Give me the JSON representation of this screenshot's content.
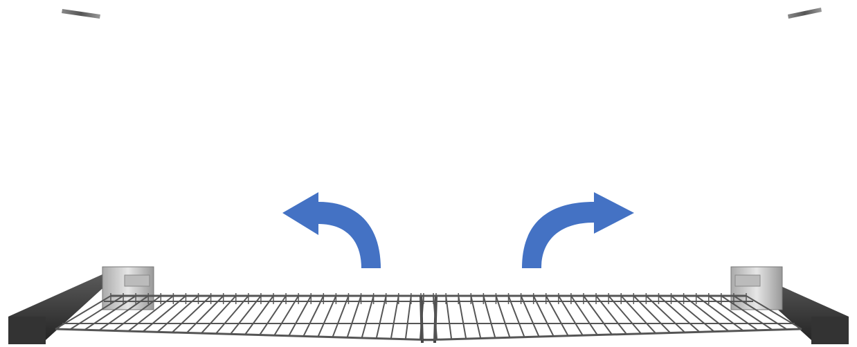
{
  "scene": {
    "background": "#ffffff",
    "arrow_color": "#4472C4",
    "frame_color": "#3a3a3a",
    "wire_color": "#555555",
    "bracket_color": "#c8c8c8"
  },
  "elements": {
    "left_arrow": {
      "icon": "curved-arrow-up-left-icon",
      "direction": "left"
    },
    "right_arrow": {
      "icon": "curved-arrow-up-right-icon",
      "direction": "right"
    },
    "left_shelf": {
      "icon": "wire-shelf-left"
    },
    "right_shelf": {
      "icon": "wire-shelf-right"
    }
  }
}
